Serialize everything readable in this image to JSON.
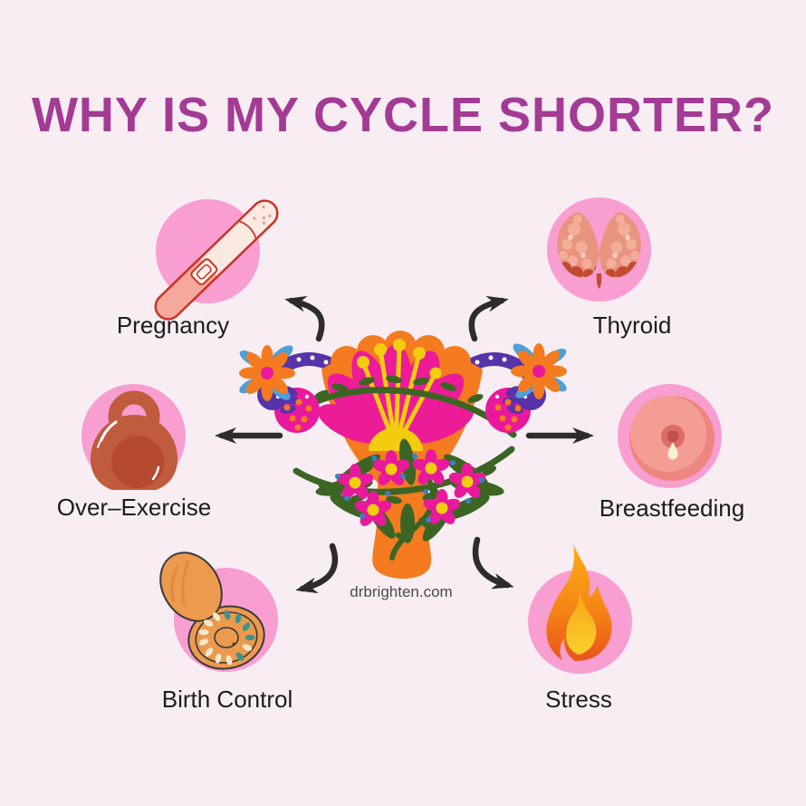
{
  "title": "WHY IS MY CYCLE SHORTER?",
  "watermark": {
    "text": "drbrighten.com"
  },
  "center": {
    "illustration": "decorative-uterus-with-flowers"
  },
  "colors": {
    "background": "#f7edf3",
    "title": "#a33b95",
    "node_circle": "#f99ed0",
    "label": "#1c1c1c",
    "arrow": "#2d2b2d",
    "uterus_orange": "#f47b20",
    "uterus_pink": "#ec1c98",
    "tube_purple": "#5633a8",
    "vine_green": "#3c6524",
    "accent_yellow": "#f3cc0f"
  },
  "causes": [
    {
      "id": "pregnancy",
      "label": "Pregnancy",
      "icon": "pregnancy-test-icon",
      "position": "top-left"
    },
    {
      "id": "thyroid",
      "label": "Thyroid",
      "icon": "thyroid-gland-icon",
      "position": "top-right"
    },
    {
      "id": "over-exercise",
      "label": "Over–Exercise",
      "icon": "kettlebell-icon",
      "position": "middle-left"
    },
    {
      "id": "breastfeeding",
      "label": "Breastfeeding",
      "icon": "breast-icon",
      "position": "middle-right"
    },
    {
      "id": "birth-control",
      "label": "Birth Control",
      "icon": "pill-compact-icon",
      "position": "bottom-left"
    },
    {
      "id": "stress",
      "label": "Stress",
      "icon": "flame-icon",
      "position": "bottom-right"
    }
  ]
}
